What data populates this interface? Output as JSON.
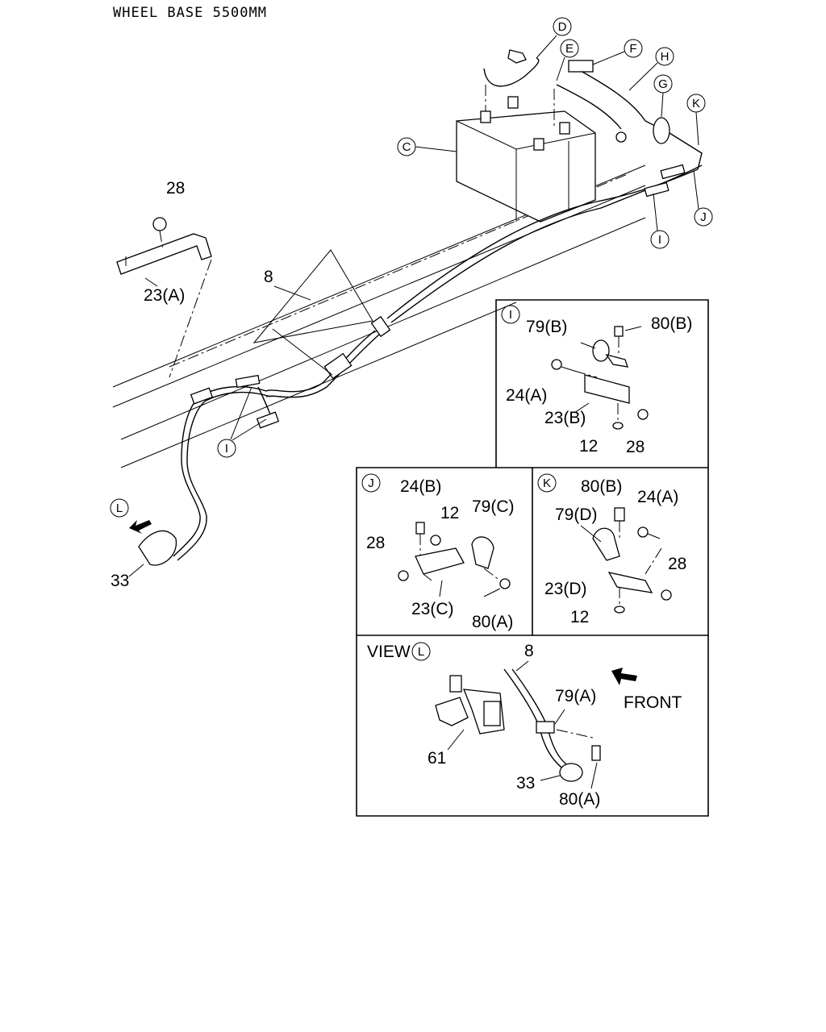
{
  "title": "WHEEL BASE 5500MM",
  "callouts": {
    "C": "C",
    "D": "D",
    "E": "E",
    "F": "F",
    "G": "G",
    "H": "H",
    "I": "I",
    "J": "J",
    "K": "K",
    "L": "L"
  },
  "main_labels": {
    "l28": "28",
    "l23a": "23(A)",
    "l8": "8",
    "l33": "33"
  },
  "detail_i": {
    "l79b": "79(B)",
    "l80b": "80(B)",
    "l24a": "24(A)",
    "l23b": "23(B)",
    "l12": "12",
    "l28": "28"
  },
  "detail_j": {
    "l24b": "24(B)",
    "l12": "12",
    "l79c": "79(C)",
    "l28": "28",
    "l23c": "23(C)",
    "l80a": "80(A)"
  },
  "detail_k": {
    "l80b": "80(B)",
    "l24a": "24(A)",
    "l79d": "79(D)",
    "l28": "28",
    "l23d": "23(D)",
    "l12": "12"
  },
  "detail_l": {
    "view": "VIEW",
    "l8": "8",
    "l79a": "79(A)",
    "front": "FRONT",
    "l61": "61",
    "l33": "33",
    "l80a": "80(A)"
  }
}
